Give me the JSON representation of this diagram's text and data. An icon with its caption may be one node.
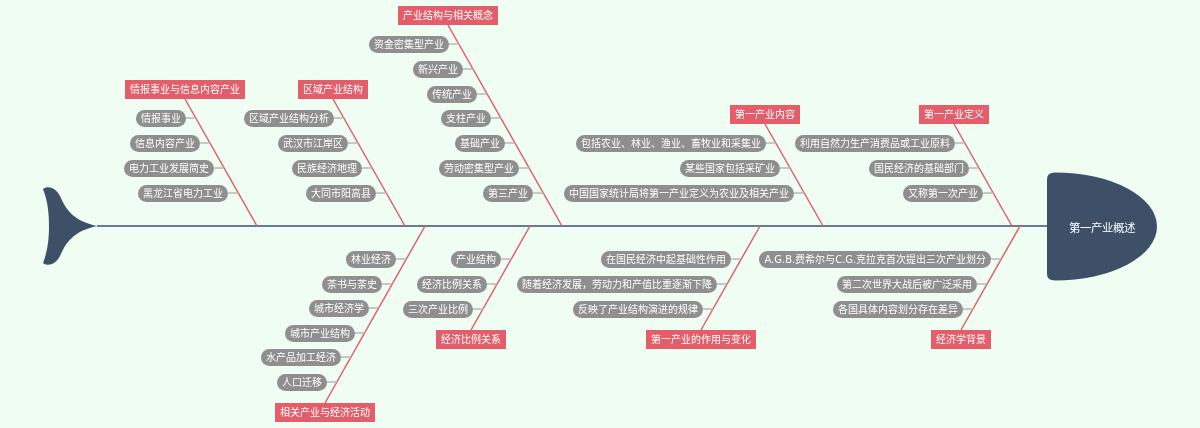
{
  "diagram": {
    "nodes": [
      {
        "text": [
          "第一产业概述"
        ]
      },
      {
        "text": [],
        "shape": "picture"
      },
      {
        "text": [
          "第一产业定义"
        ]
      },
      {
        "text": [
          "利用自然力生产消费品或工业原料"
        ]
      },
      {
        "text": [
          "国民经济的基础部门"
        ]
      },
      {
        "text": [
          "又称第一次产业"
        ]
      },
      {
        "text": [
          "经济学背景"
        ]
      },
      {
        "text": [
          "A.G.B.费希尔与C.G.克拉克首次提出三次产业划分"
        ]
      },
      {
        "text": [
          "第二次世界大战后被广泛采用"
        ]
      },
      {
        "text": [
          "各国具体内容划分存在差异"
        ]
      },
      {
        "text": [
          "第一产业内容"
        ]
      },
      {
        "text": [
          "包括农业、林业、渔业、畜牧业和采集业"
        ]
      },
      {
        "text": [
          "某些国家包括采矿业"
        ]
      },
      {
        "text": [
          "中国国家统计局将第一产业定义为农业及相关产业"
        ]
      },
      {
        "text": [
          "第一产业的作用与变化"
        ]
      },
      {
        "text": [
          "在国民经济中起基础性作用"
        ]
      },
      {
        "text": [
          "随着经济发展，劳动力和产值比重逐渐下降"
        ]
      },
      {
        "text": [
          "反映了产业结构演进的规律"
        ]
      },
      {
        "text": [
          "产业结构与相关概念"
        ]
      },
      {
        "text": [
          "资金密集型产业"
        ]
      },
      {
        "text": [
          "新兴产业"
        ]
      },
      {
        "text": [
          "传统产业"
        ]
      },
      {
        "text": [
          "支柱产业"
        ]
      },
      {
        "text": [
          "基础产业"
        ]
      },
      {
        "text": [
          "劳动密集型产业"
        ]
      },
      {
        "text": [
          "第三产业"
        ]
      },
      {
        "text": [
          "经济比例关系"
        ]
      },
      {
        "text": [
          "产业结构"
        ]
      },
      {
        "text": [
          "经济比例关系"
        ]
      },
      {
        "text": [
          "三次产业比例"
        ]
      },
      {
        "text": [
          "区域产业结构"
        ]
      },
      {
        "text": [
          "区域产业结构分析"
        ]
      },
      {
        "text": [
          "武汉市江岸区"
        ]
      },
      {
        "text": [
          "民族经济地理"
        ]
      },
      {
        "text": [
          "大同市阳高县"
        ]
      },
      {
        "text": [
          "相关产业与经济活动"
        ]
      },
      {
        "text": [
          "林业经济"
        ]
      },
      {
        "text": [
          "茶书与茶史"
        ]
      },
      {
        "text": [
          "城市经济学"
        ]
      },
      {
        "text": [
          "城市产业结构"
        ]
      },
      {
        "text": [
          "水产品加工经济"
        ]
      },
      {
        "text": [
          "人口迁移"
        ]
      },
      {
        "text": [
          "情报事业与信息内容产业"
        ]
      },
      {
        "text": [
          "情报事业"
        ]
      },
      {
        "text": [
          "信息内容产业"
        ]
      },
      {
        "text": [
          "电力工业发展简史"
        ]
      },
      {
        "text": [
          "黑龙江省电力工业"
        ]
      }
    ],
    "edges": [
      {
        "from": 0,
        "to": 1,
        "arrow": "none",
        "color": "#3e5068"
      },
      {
        "from": 2,
        "to": null,
        "arrow": "none",
        "color": "#e0606d"
      },
      {
        "from": 3,
        "to": null,
        "arrow": "none"
      },
      {
        "from": 4,
        "to": null,
        "arrow": "none"
      },
      {
        "from": 5,
        "to": null,
        "arrow": "none"
      },
      {
        "from": 6,
        "to": null,
        "arrow": "none",
        "color": "#e0606d"
      },
      {
        "from": 7,
        "to": null,
        "arrow": "none"
      },
      {
        "from": 8,
        "to": null,
        "arrow": "none"
      },
      {
        "from": 9,
        "to": null,
        "arrow": "none"
      },
      {
        "from": 10,
        "to": null,
        "arrow": "none",
        "color": "#e0606d"
      },
      {
        "from": 11,
        "to": null,
        "arrow": "none"
      },
      {
        "from": 12,
        "to": null,
        "arrow": "none"
      },
      {
        "from": 13,
        "to": null,
        "arrow": "none"
      },
      {
        "from": 14,
        "to": null,
        "arrow": "none",
        "color": "#e0606d"
      },
      {
        "from": 15,
        "to": null,
        "arrow": "none"
      },
      {
        "from": 16,
        "to": null,
        "arrow": "none"
      },
      {
        "from": 17,
        "to": null,
        "arrow": "none"
      },
      {
        "from": 18,
        "to": null,
        "arrow": "none",
        "color": "#e0606d"
      },
      {
        "from": 19,
        "to": null,
        "arrow": "none"
      },
      {
        "from": 20,
        "to": null,
        "arrow": "none"
      },
      {
        "from": 21,
        "to": null,
        "arrow": "none"
      },
      {
        "from": 22,
        "to": null,
        "arrow": "none"
      },
      {
        "from": 23,
        "to": null,
        "arrow": "none"
      },
      {
        "from": 24,
        "to": null,
        "arrow": "none"
      },
      {
        "from": 25,
        "to": null,
        "arrow": "none"
      },
      {
        "from": 26,
        "to": null,
        "arrow": "none",
        "color": "#e0606d"
      },
      {
        "from": 27,
        "to": null,
        "arrow": "none"
      },
      {
        "from": 28,
        "to": null,
        "arrow": "none"
      },
      {
        "from": 29,
        "to": null,
        "arrow": "none"
      },
      {
        "from": 30,
        "to": null,
        "arrow": "none",
        "color": "#e0606d"
      },
      {
        "from": 31,
        "to": null,
        "arrow": "none"
      },
      {
        "from": 32,
        "to": null,
        "arrow": "none"
      },
      {
        "from": 33,
        "to": null,
        "arrow": "none"
      },
      {
        "from": 34,
        "to": null,
        "arrow": "none"
      },
      {
        "from": 35,
        "to": null,
        "arrow": "none",
        "color": "#e0606d"
      },
      {
        "from": 36,
        "to": null,
        "arrow": "none"
      },
      {
        "from": 37,
        "to": null,
        "arrow": "none"
      },
      {
        "from": 38,
        "to": null,
        "arrow": "none"
      },
      {
        "from": 39,
        "to": null,
        "arrow": "none"
      },
      {
        "from": 40,
        "to": null,
        "arrow": "none"
      },
      {
        "from": 41,
        "to": null,
        "arrow": "none"
      },
      {
        "from": 42,
        "to": null,
        "arrow": "none",
        "color": "#e0606d"
      },
      {
        "from": 43,
        "to": null,
        "arrow": "none"
      },
      {
        "from": 44,
        "to": null,
        "arrow": "none"
      },
      {
        "from": 45,
        "to": null,
        "arrow": "none"
      },
      {
        "from": 46,
        "to": null,
        "arrow": "none"
      }
    ]
  }
}
